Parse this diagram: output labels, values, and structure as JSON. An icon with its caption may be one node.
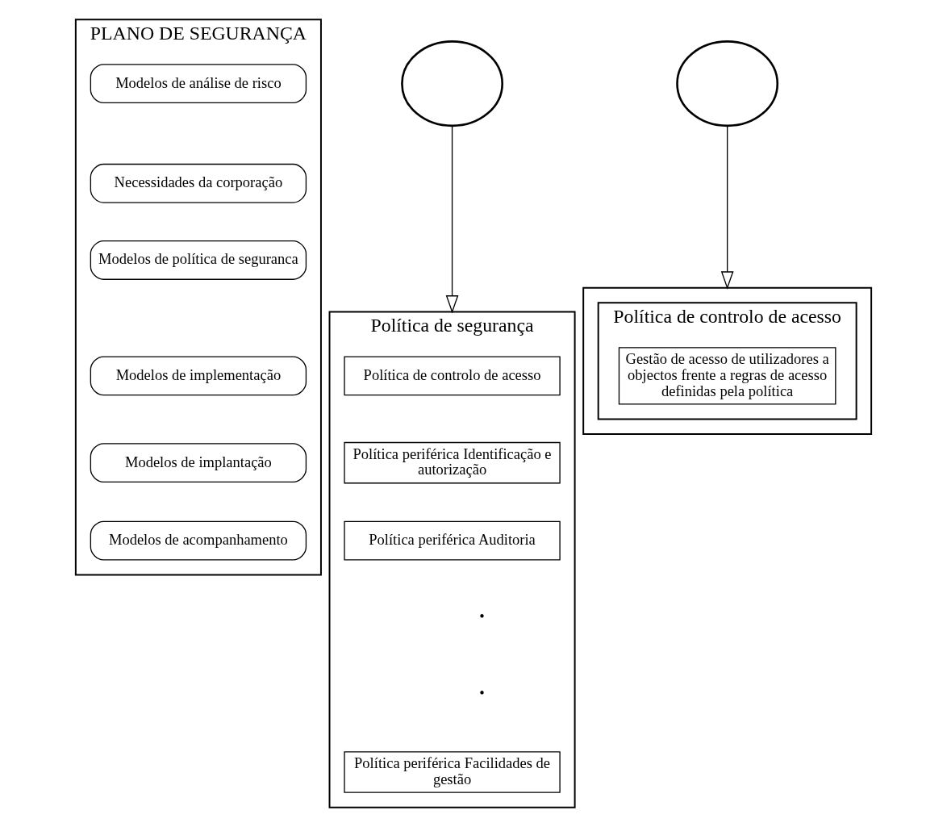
{
  "diagram": {
    "nodes": [
      {
        "text": [
          "PLANO DE SEGURANÇA"
        ]
      },
      {
        "text": [
          "Modelos de análise de risco"
        ],
        "in": 0
      },
      {
        "text": [
          "Necessidades da corporação"
        ],
        "in": 0
      },
      {
        "text": [
          "Modelos de política de seguranca"
        ],
        "in": 0
      },
      {
        "text": [
          "Modelos de implementação"
        ],
        "in": 0
      },
      {
        "text": [
          "Modelos de implantação"
        ],
        "in": 0
      },
      {
        "text": [
          "Modelos de acompanhamento"
        ],
        "in": 0
      },
      {
        "text": [],
        "shape": "circle"
      },
      {
        "text": [
          "Política de segurança"
        ]
      },
      {
        "text": [
          "Política de controlo de acesso"
        ],
        "in": 8
      },
      {
        "text": [],
        "shape": "circle"
      },
      {
        "text": [
          "Política periférica Identificação e autorização"
        ],
        "in": 8
      },
      {
        "text": [
          "Política periférica Auditoria"
        ],
        "in": 8
      },
      {
        "text": [
          "Política periférica Facilidades de gestão"
        ],
        "in": 8
      },
      {
        "text": [],
        "shape": "box"
      },
      {
        "text": [
          "Política de controlo de acesso"
        ],
        "in": 14
      },
      {
        "text": [
          "Gestão de acesso de utilizadores a objectos frente a regras de acesso definidas pela política"
        ],
        "in": 15
      }
    ],
    "edges": [
      {
        "from": 7,
        "to": 8,
        "arrow": "to"
      },
      {
        "from": 10,
        "to": 14,
        "arrow": "to"
      }
    ],
    "labels": [
      "•",
      "•"
    ]
  }
}
